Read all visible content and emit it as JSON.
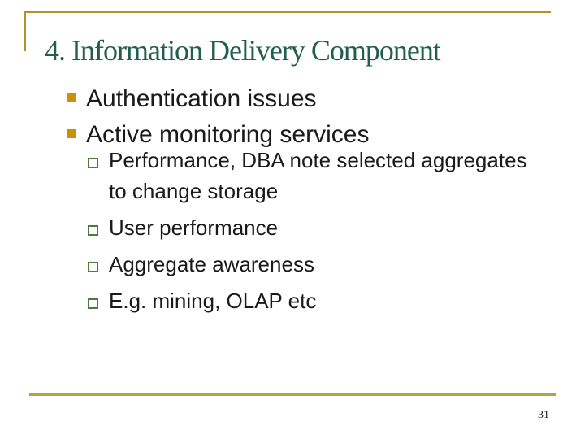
{
  "slide": {
    "title": "4. Information Delivery Component",
    "page_number": "31",
    "bullets": {
      "level1": [
        {
          "label": "Authentication issues"
        },
        {
          "label": "Active monitoring services"
        }
      ],
      "level2": [
        {
          "label": "Performance, DBA note selected aggregates to change storage"
        },
        {
          "label": "User performance"
        },
        {
          "label": "Aggregate awareness"
        },
        {
          "label": "E.g. mining, OLAP etc"
        }
      ]
    },
    "colors": {
      "title_green": "#215e4c",
      "top_line_gold": "#b2922e",
      "bottom_line_gold": "#b5a642",
      "bullet_fill_gold": "#c8920b",
      "sub_bullet_border_green": "#4c7b3f",
      "body_text": "#1a1a1a"
    }
  }
}
